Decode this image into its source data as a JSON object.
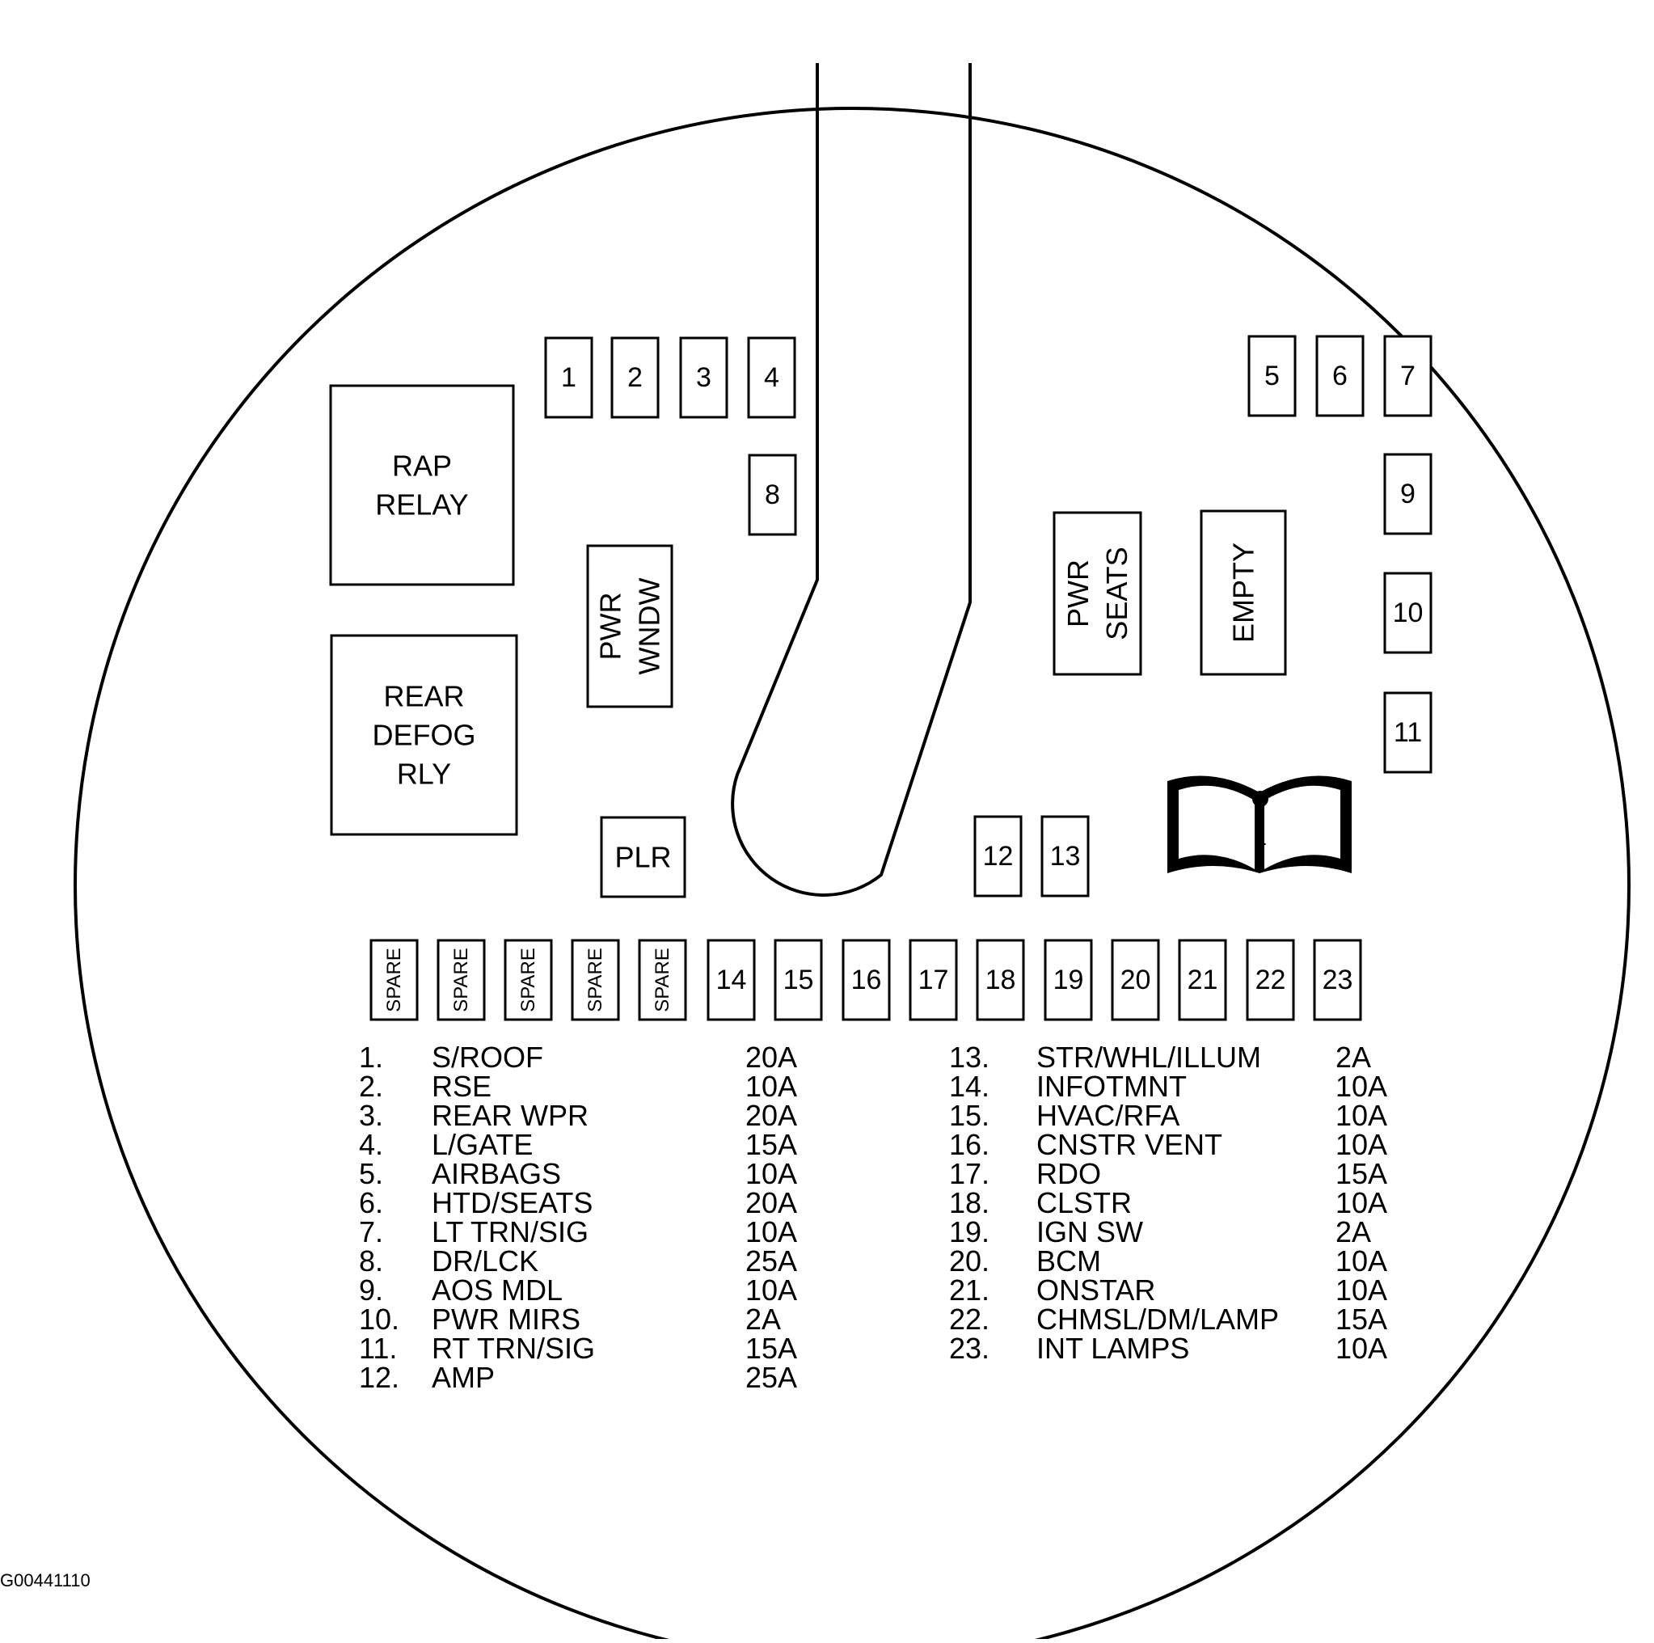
{
  "relays": [
    {
      "id": "rap",
      "lines": [
        "RAP",
        "RELAY"
      ]
    },
    {
      "id": "rear-defog",
      "lines": [
        "REAR",
        "DEFOG",
        "RLY"
      ]
    },
    {
      "id": "pwr-wndw",
      "lines": [
        "PWR",
        "WNDW"
      ]
    },
    {
      "id": "pwr-seats",
      "lines": [
        "PWR",
        "SEATS"
      ]
    },
    {
      "id": "empty",
      "lines": [
        "EMPTY"
      ]
    },
    {
      "id": "plr",
      "lines": [
        "PLR"
      ]
    }
  ],
  "fuses": [
    "1",
    "2",
    "3",
    "4",
    "5",
    "6",
    "7",
    "8",
    "9",
    "10",
    "11",
    "12",
    "13",
    "14",
    "15",
    "16",
    "17",
    "18",
    "19",
    "20",
    "21",
    "22",
    "23"
  ],
  "spare_label": "SPARE",
  "legend": [
    {
      "num": "1.",
      "name": "S/ROOF",
      "rating": "20A"
    },
    {
      "num": "2.",
      "name": "RSE",
      "rating": "10A"
    },
    {
      "num": "3.",
      "name": "REAR WPR",
      "rating": "20A"
    },
    {
      "num": "4.",
      "name": "L/GATE",
      "rating": "15A"
    },
    {
      "num": "5.",
      "name": "AIRBAGS",
      "rating": "10A"
    },
    {
      "num": "6.",
      "name": "HTD/SEATS",
      "rating": "20A"
    },
    {
      "num": "7.",
      "name": "LT TRN/SIG",
      "rating": "10A"
    },
    {
      "num": "8.",
      "name": "DR/LCK",
      "rating": "25A"
    },
    {
      "num": "9.",
      "name": "AOS MDL",
      "rating": "10A"
    },
    {
      "num": "10.",
      "name": "PWR MIRS",
      "rating": "2A"
    },
    {
      "num": "11.",
      "name": "RT TRN/SIG",
      "rating": "15A"
    },
    {
      "num": "12.",
      "name": "AMP",
      "rating": "25A"
    },
    {
      "num": "13.",
      "name": "STR/WHL/ILLUM",
      "rating": "2A"
    },
    {
      "num": "14.",
      "name": "INFOTMNT",
      "rating": "10A"
    },
    {
      "num": "15.",
      "name": "HVAC/RFA",
      "rating": "10A"
    },
    {
      "num": "16.",
      "name": "CNSTR VENT",
      "rating": "10A"
    },
    {
      "num": "17.",
      "name": "RDO",
      "rating": "15A"
    },
    {
      "num": "18.",
      "name": "CLSTR",
      "rating": "10A"
    },
    {
      "num": "19.",
      "name": "IGN SW",
      "rating": "2A"
    },
    {
      "num": "20.",
      "name": "BCM",
      "rating": "10A"
    },
    {
      "num": "21.",
      "name": "ONSTAR",
      "rating": "10A"
    },
    {
      "num": "22.",
      "name": "CHMSL/DM/LAMP",
      "rating": "15A"
    },
    {
      "num": "23.",
      "name": "INT LAMPS",
      "rating": "10A"
    }
  ],
  "figure_code": "G00441110",
  "icons": {
    "manual": "owner-manual-info-icon"
  }
}
